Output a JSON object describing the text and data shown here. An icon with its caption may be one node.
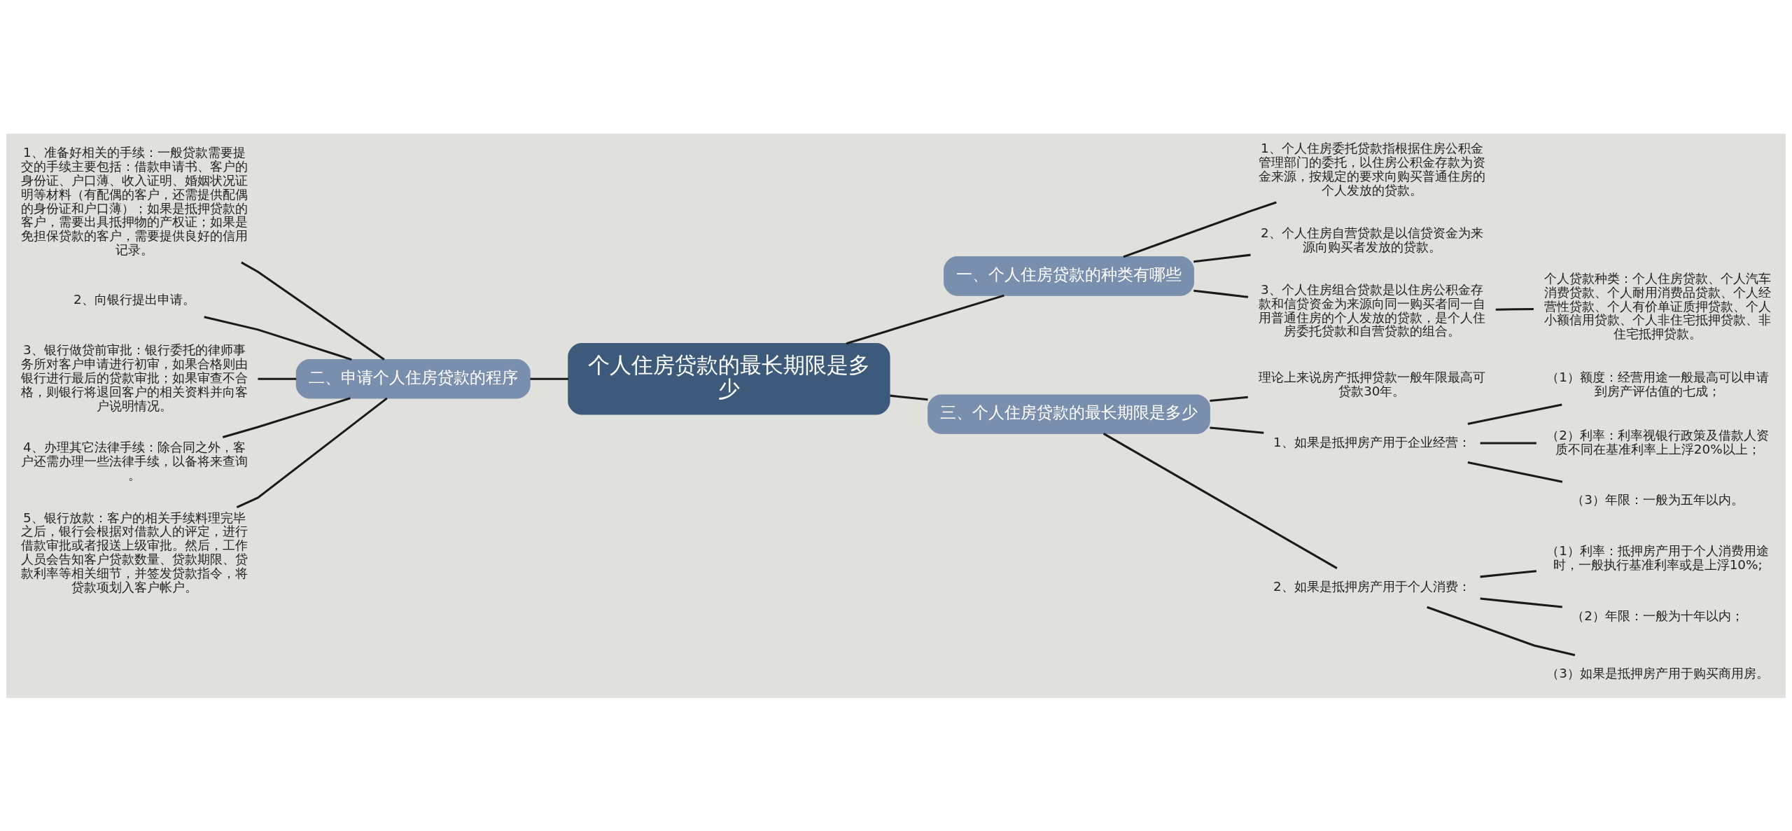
{
  "diagram": {
    "nodes": [
      {
        "text": [
          "个人住房贷款的最长期限是多少"
        ]
      },
      {
        "text": [
          "一、个人住房贷款的种类有哪些"
        ]
      },
      {
        "text": [
          "1、个人住房委托贷款指根据住房公积金管理部门的委托，以住房公积金存款为资金来源，按规定的要求向购买普通住房的个人发放的贷款。"
        ]
      },
      {
        "text": [
          "2、个人住房自营贷款是以信贷资金为来源向购买者发放的贷款。"
        ]
      },
      {
        "text": [
          "3、个人住房组合贷款是以住房公积金存款和信贷资金为来源向同一购买者同一自用普通住房的个人发放的贷款，是个人住房委托贷款和自营贷款的组合。"
        ]
      },
      {
        "text": [
          "个人贷款种类：个人住房贷款、个人汽车消费贷款、个人耐用消费品贷款、个人经营性贷款、个人有价单证质押贷款、个人小额信用贷款、个人非住宅抵押贷款、非住宅抵押贷款。"
        ]
      },
      {
        "text": [
          "二、申请个人住房贷款的程序"
        ]
      },
      {
        "text": [
          "1、准备好相关的手续：一般贷款需要提交的手续主要包括：借款申请书、客户的身份证、户口薄、收入证明、婚姻状况证明等材料（有配偶的客户，还需提供配偶的身份证和户口薄）；如果是抵押贷款的客户，需要出具抵押物的产权证；如果是免担保贷款的客户，需要提供良好的信用记录。"
        ]
      },
      {
        "text": [
          "2、向银行提出申请。"
        ]
      },
      {
        "text": [
          "3、银行做贷前审批：银行委托的律师事务所对客户申请进行初审，如果合格则由银行进行最后的贷款审批；如果审查不合格，则银行将退回客户的相关资料并向客户说明情况。"
        ]
      },
      {
        "text": [
          "4、办理其它法律手续：除合同之外，客户还需办理一些法律手续，以备将来查询。"
        ]
      },
      {
        "text": [
          "5、银行放款：客户的相关手续料理完毕之后，银行会根据对借款人的评定，进行借款审批或者报送上级审批。然后，工作人员会告知客户贷款数量、贷款期限、贷款利率等相关细节，并签发贷款指令，将贷款项划入客户帐户。"
        ]
      },
      {
        "text": [
          "三、个人住房贷款的最长期限是多少"
        ]
      },
      {
        "text": [
          "理论上来说房产抵押贷款一般年限最高可贷款30年。"
        ]
      },
      {
        "text": [
          "1、如果是抵押房产用于企业经营："
        ]
      },
      {
        "text": [
          "（1）额度：经营用途一般最高可以申请到房产评估值的七成；"
        ]
      },
      {
        "text": [
          "（2）利率：利率视银行政策及借款人资质不同在基准利率上上浮20%以上；"
        ]
      },
      {
        "text": [
          "（3）年限：一般为五年以内。"
        ]
      },
      {
        "text": [
          "2、如果是抵押房产用于个人消费："
        ]
      },
      {
        "text": [
          "（1）利率：抵押房产用于个人消费用途时，一般执行基准利率或是上浮10%;"
        ]
      },
      {
        "text": [
          "（2）年限：一般为十年以内；"
        ]
      },
      {
        "text": [
          "（3）如果是抵押房产用于购买商用房。"
        ]
      }
    ],
    "edges": [
      {
        "from": 0,
        "to": 1,
        "arrow": "none"
      },
      {
        "from": 1,
        "to": 2,
        "arrow": "none"
      },
      {
        "from": 1,
        "to": 3,
        "arrow": "none"
      },
      {
        "from": 1,
        "to": 4,
        "arrow": "none"
      },
      {
        "from": 4,
        "to": 5,
        "arrow": "none"
      },
      {
        "from": 0,
        "to": 6,
        "arrow": "none"
      },
      {
        "from": 6,
        "to": 7,
        "arrow": "none"
      },
      {
        "from": 6,
        "to": 8,
        "arrow": "none"
      },
      {
        "from": 6,
        "to": 9,
        "arrow": "none"
      },
      {
        "from": 6,
        "to": 10,
        "arrow": "none"
      },
      {
        "from": 6,
        "to": 11,
        "arrow": "none"
      },
      {
        "from": 0,
        "to": 12,
        "arrow": "none"
      },
      {
        "from": 12,
        "to": 13,
        "arrow": "none"
      },
      {
        "from": 12,
        "to": 14,
        "arrow": "none"
      },
      {
        "from": 14,
        "to": 15,
        "arrow": "none"
      },
      {
        "from": 14,
        "to": 16,
        "arrow": "none"
      },
      {
        "from": 14,
        "to": 17,
        "arrow": "none"
      },
      {
        "from": 12,
        "to": 18,
        "arrow": "none"
      },
      {
        "from": 18,
        "to": 19,
        "arrow": "none"
      },
      {
        "from": 18,
        "to": 20,
        "arrow": "none"
      },
      {
        "from": 18,
        "to": 21,
        "arrow": "none"
      }
    ]
  }
}
